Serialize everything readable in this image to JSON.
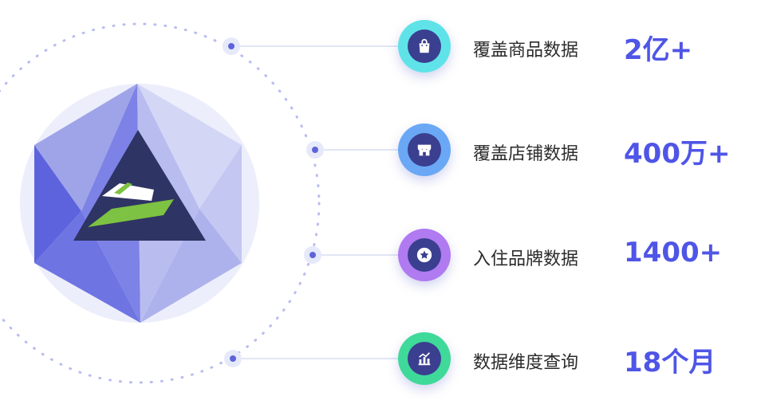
{
  "stats": [
    {
      "label": "覆盖商品数据",
      "value": "2亿+",
      "icon": "shopping-bag-icon",
      "color": "#5fe3e8"
    },
    {
      "label": "覆盖店铺数据",
      "value": "400万+",
      "icon": "store-icon",
      "color": "#6aa8f5"
    },
    {
      "label": "入住品牌数据",
      "value": "1400+",
      "icon": "star-icon",
      "color": "#b07af0"
    },
    {
      "label": "数据维度查询",
      "value": "18个月",
      "icon": "bar-chart-icon",
      "color": "#3fd99a"
    }
  ],
  "colors": {
    "accent": "#4f55e6",
    "badge_inner": "#3a3f8f",
    "logo_dark": "#2e3463",
    "logo_green": "#7dc242"
  }
}
